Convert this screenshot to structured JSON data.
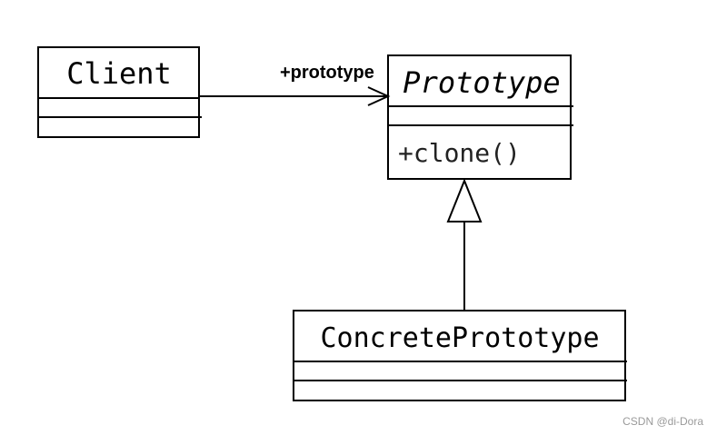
{
  "classes": {
    "client": {
      "name": "Client",
      "attributes": [],
      "methods": []
    },
    "prototype": {
      "name": "Prototype",
      "abstract": true,
      "attributes": [],
      "methods": [
        "+clone()"
      ]
    },
    "concrete": {
      "name": "ConcretePrototype",
      "attributes": [],
      "methods": []
    }
  },
  "relations": {
    "association": {
      "label": "+prototype",
      "from": "Client",
      "to": "Prototype",
      "arrow": "open"
    },
    "generalization": {
      "from": "ConcretePrototype",
      "to": "Prototype",
      "arrow": "hollow-triangle"
    }
  },
  "watermark": "CSDN @di-Dora",
  "colors": {
    "line": "#000000",
    "background": "#ffffff",
    "watermark": "#9a9a9a"
  }
}
